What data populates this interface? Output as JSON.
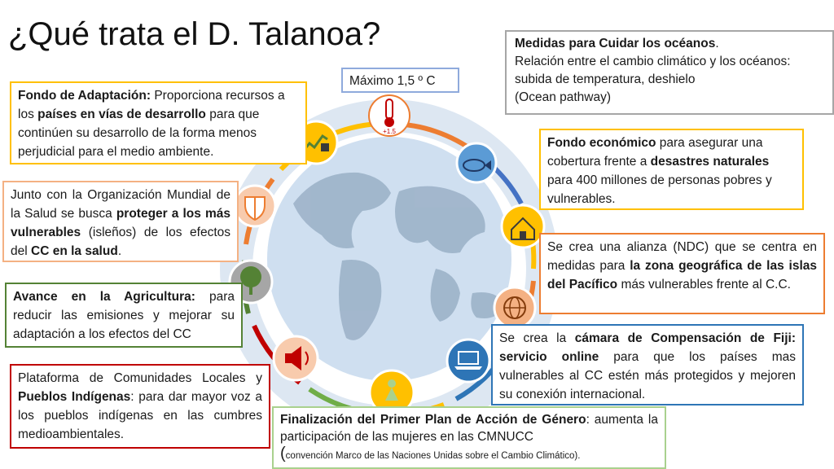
{
  "title": "¿Qué trata el D. Talanoa?",
  "temp_box": "Máximo 1,5 º C",
  "thermo_label": "+1.5",
  "boxes": {
    "oceans": {
      "heading": "Medidas para Cuidar los océanos",
      "heading_end": ".",
      "line2": "Relación entre el cambio climático y los océanos:",
      "line3": "subida de temperatura, deshielo",
      "line4": "(Ocean pathway)"
    },
    "adaptation": {
      "b1": "Fondo de Adaptación:",
      "t1": " Proporciona recursos a los ",
      "b2": "países en vías de desarrollo",
      "t2": " para que continúen su desarrollo de la forma menos perjudicial para el medio ambiente."
    },
    "health": {
      "t1": "Junto con la Organización Mundial de la Salud se busca ",
      "b1": "proteger a los más vulnerables",
      "t2": " (isleños) de los efectos del ",
      "b2": "CC en la salud",
      "t3": "."
    },
    "agriculture": {
      "b1": "Avance en la Agricultura:",
      "t1": " para reducir las emisiones y mejorar su adaptación a los efectos del CC"
    },
    "indigenous": {
      "t1": "Plataforma de Comunidades Locales y ",
      "b1": "Pueblos Indígenas",
      "t2": ": para dar mayor voz a los pueblos indígenas en las cumbres medioambientales."
    },
    "fund": {
      "b1": "Fondo económico",
      "t1": " para asegurar una cobertura frente a ",
      "b2": "desastres naturales",
      "t2": " para 400 millones de personas pobres y vulnerables."
    },
    "ndc": {
      "t1": "Se crea una alianza (NDC) que se centra en medidas para ",
      "b1": "la zona geográfica de las islas del Pacífico",
      "t2": " más vulnerables frente al C.C."
    },
    "fiji": {
      "t1": "Se crea la ",
      "b1": "cámara de Compensación de Fiji: servicio online",
      "t2": " para que los países mas vulnerables al CC estén más protegidos y mejoren su conexión internacional."
    },
    "gender": {
      "b1": "Finalización del Primer Plan de Acción de Género",
      "t1": ": aumenta la participación de las mujeres en las CMNUCC",
      "t2_big": "(",
      "t2": "convención Marco de las Naciones Unidas sobre el Cambio Climático)."
    }
  },
  "icons": [
    "thermometer-icon",
    "fish-icon",
    "house-icon",
    "globe-grid-icon",
    "laptop-icon",
    "woman-icon",
    "megaphone-icon",
    "tree-icon",
    "shield-icon",
    "chart-icon"
  ],
  "colors": {
    "orange": "#ed7d31",
    "yellow": "#ffc000",
    "green": "#548235",
    "red": "#c00000",
    "blue": "#2e75b6",
    "light_green": "#70ad47",
    "light_blue": "#8faadc"
  }
}
